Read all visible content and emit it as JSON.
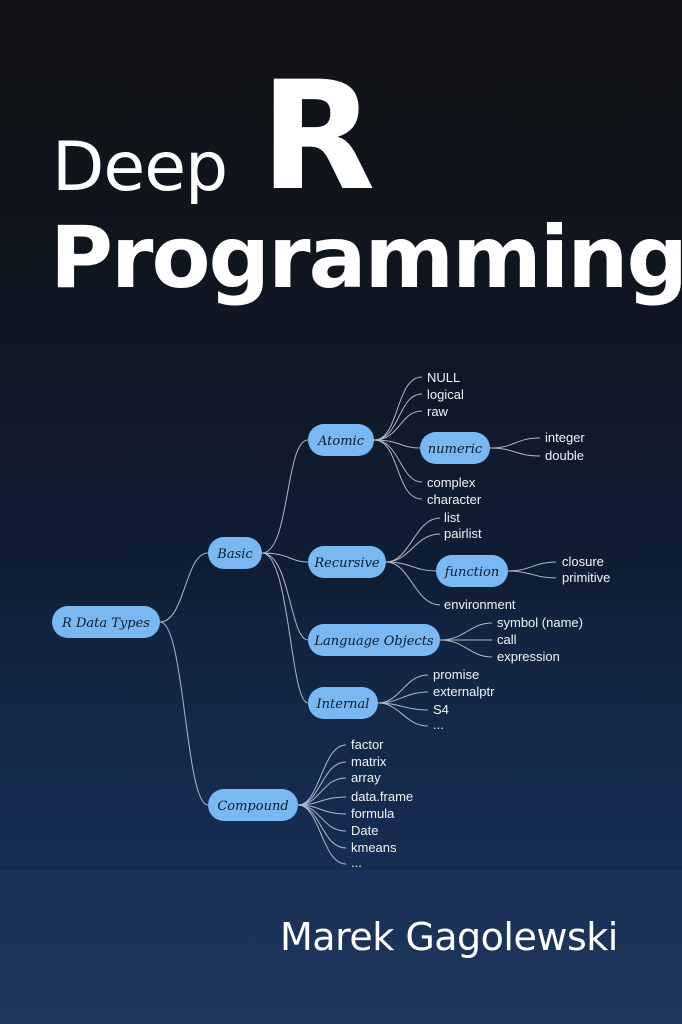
{
  "cover": {
    "title_line1": "Deep",
    "title_big": "R",
    "title_line2": "Programming",
    "author": "Marek Gagolewski"
  },
  "colors": {
    "node_fill": "#79b8f2",
    "text": "#ffffff"
  },
  "tree": {
    "root": "R Data Types",
    "basic": "Basic",
    "compound": "Compound",
    "atomic": "Atomic",
    "recursive": "Recursive",
    "language_objects": "Language Objects",
    "internal": "Internal",
    "numeric": "numeric",
    "function": "function",
    "atomic_leaves": {
      "null": "NULL",
      "logical": "logical",
      "raw": "raw",
      "complex": "complex",
      "character": "character"
    },
    "numeric_leaves": {
      "integer": "integer",
      "double": "double"
    },
    "recursive_leaves": {
      "list": "list",
      "pairlist": "pairlist",
      "environment": "environment"
    },
    "function_leaves": {
      "closure": "closure",
      "primitive": "primitive"
    },
    "language_leaves": {
      "symbol": "symbol (name)",
      "call": "call",
      "expression": "expression"
    },
    "internal_leaves": {
      "promise": "promise",
      "externalptr": "externalptr",
      "s4": "S4",
      "more": "..."
    },
    "compound_leaves": {
      "factor": "factor",
      "matrix": "matrix",
      "array": "array",
      "data_frame": "data.frame",
      "formula": "formula",
      "date": "Date",
      "kmeans": "kmeans",
      "more": "..."
    }
  }
}
